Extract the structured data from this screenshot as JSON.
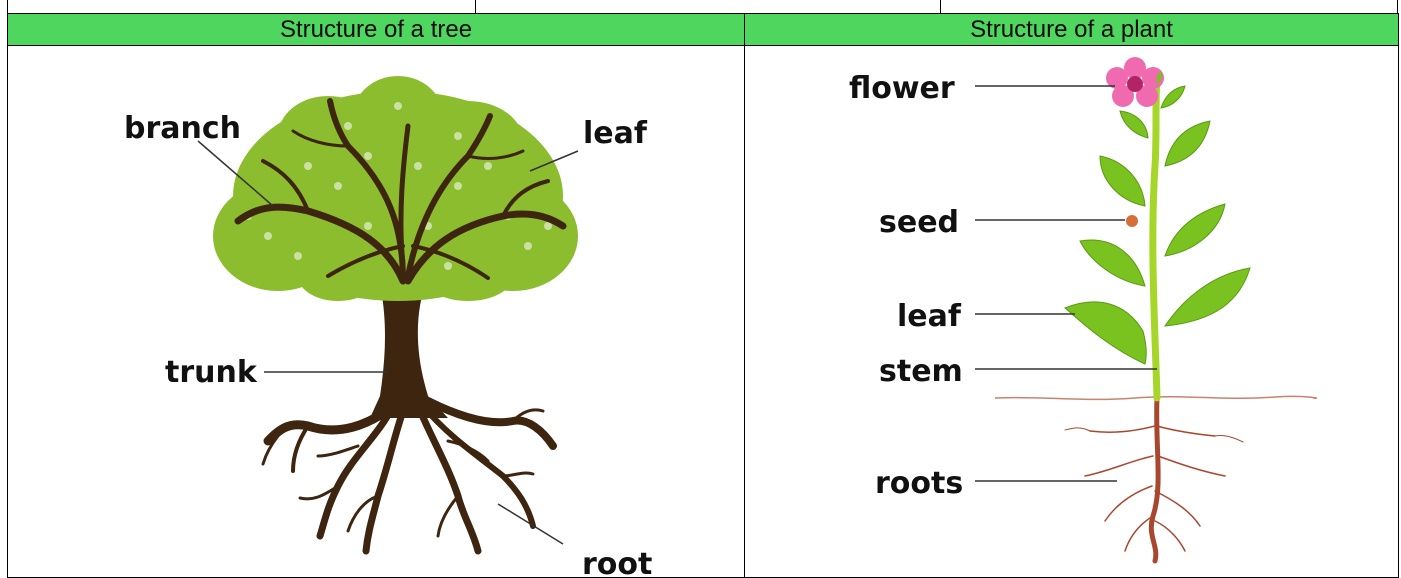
{
  "table": {
    "col_left_title": "Structure of a tree",
    "col_right_title": "Structure of a plant"
  },
  "tree": {
    "labels": {
      "branch": "branch",
      "leaf": "leaf",
      "trunk": "trunk",
      "root": "root"
    }
  },
  "plant": {
    "labels": {
      "flower": "flower",
      "seed": "seed",
      "leaf": "leaf",
      "stem": "stem",
      "roots": "roots"
    }
  },
  "colors": {
    "header_bg": "#4fd65f",
    "tree_leaf": "#8cbd2f",
    "tree_bark": "#3d250f",
    "plant_leaf": "#7ac21f",
    "plant_stem": "#a6d62a",
    "flower_petal": "#f06ab0",
    "root_line": "#a9472e"
  }
}
